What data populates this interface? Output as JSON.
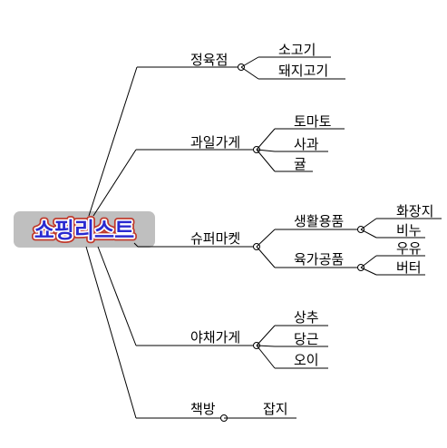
{
  "root": {
    "label": "쇼핑리스트",
    "colors": {
      "text": "#2a2ad0",
      "halo": "#ffffff",
      "flame": "#c0392b",
      "box": "#bfbfbf"
    }
  },
  "branches": [
    {
      "label": "정육점",
      "children": [
        {
          "label": "소고기"
        },
        {
          "label": "돼지고기"
        }
      ]
    },
    {
      "label": "과일가게",
      "children": [
        {
          "label": "토마토"
        },
        {
          "label": "사과"
        },
        {
          "label": "귤"
        }
      ]
    },
    {
      "label": "슈퍼마켓",
      "children": [
        {
          "label": "생활용품",
          "children": [
            {
              "label": "화장지"
            },
            {
              "label": "비누"
            }
          ]
        },
        {
          "label": "육가공품",
          "children": [
            {
              "label": "우유"
            },
            {
              "label": "버터"
            }
          ]
        }
      ]
    },
    {
      "label": "야채가게",
      "children": [
        {
          "label": "상추"
        },
        {
          "label": "당근"
        },
        {
          "label": "오이"
        }
      ]
    },
    {
      "label": "책방",
      "children": [
        {
          "label": "잡지"
        }
      ]
    }
  ]
}
